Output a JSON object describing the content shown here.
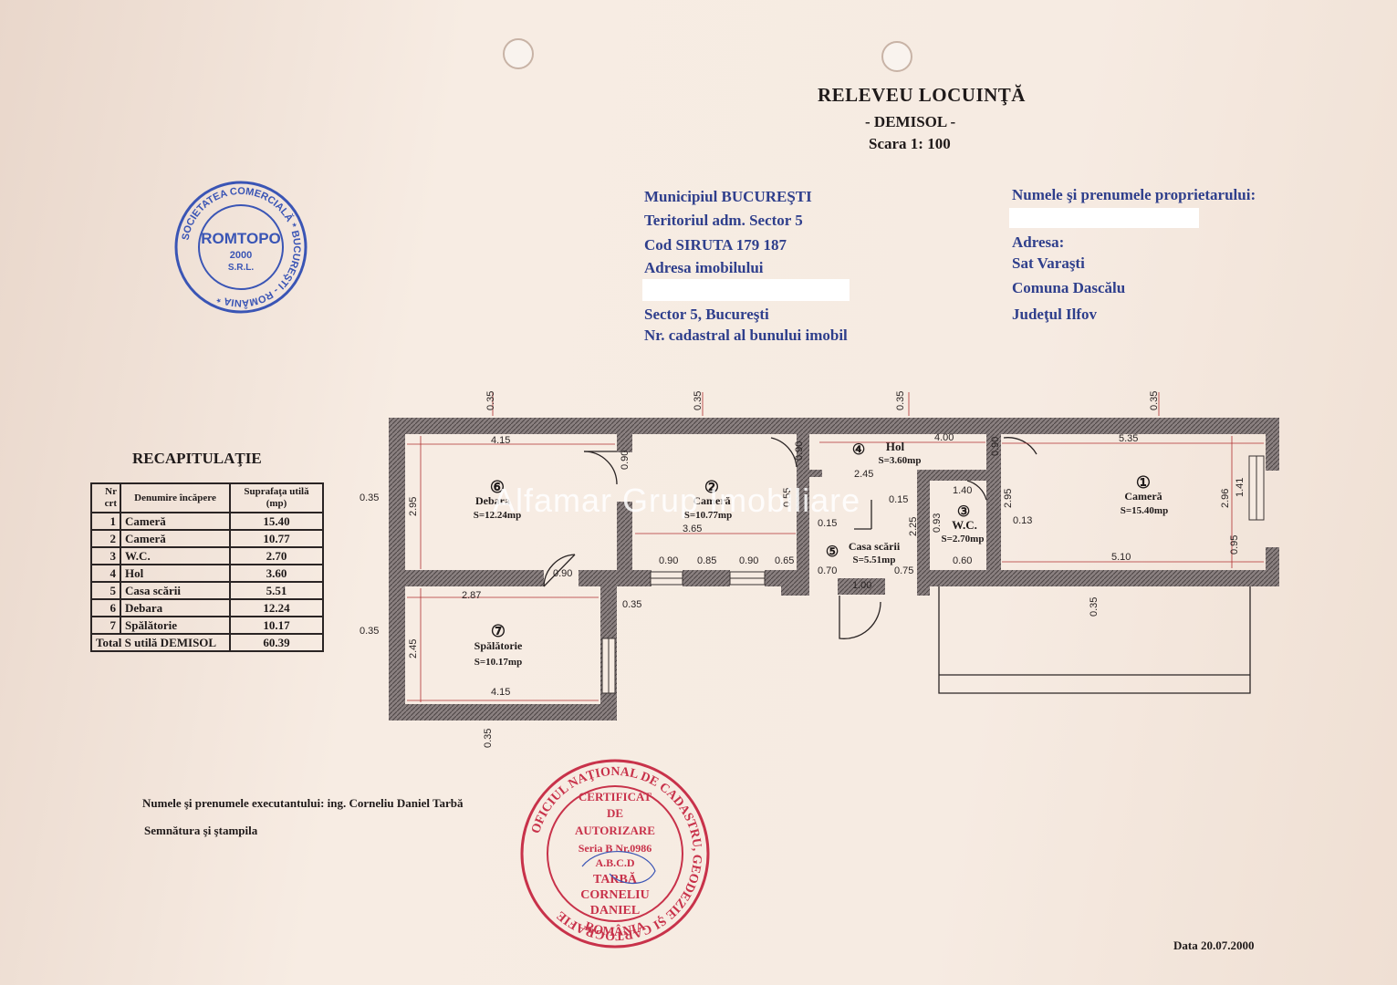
{
  "header": {
    "title": "RELEVEU LOCUINŢĂ",
    "level": "- DEMISOL -",
    "scale": "Scara 1: 100"
  },
  "property": {
    "municipality": "Municipiul BUCUREŞTI",
    "territory": "Teritoriul adm. Sector 5",
    "siruta": "Cod SIRUTA  179 187",
    "address_label": "Adresa imobilului",
    "sector": "Sector 5,  Bucureşti",
    "cadastral": "Nr. cadastral al bunului imobil"
  },
  "owner": {
    "label": "Numele şi prenumele proprietarului:",
    "address_label": "Adresa:",
    "village": "Sat Varaşti",
    "commune": "Comuna  Dascălu",
    "county": "Judeţul  Ilfov"
  },
  "recap": {
    "title": "RECAPITULAŢIE",
    "headers": [
      "Nr crt",
      "Denumire încăpere",
      "Suprafaţa utilă (mp)"
    ],
    "rows": [
      {
        "nr": "1",
        "name": "Cameră",
        "area": "15.40"
      },
      {
        "nr": "2",
        "name": "Cameră",
        "area": "10.77"
      },
      {
        "nr": "3",
        "name": "W.C.",
        "area": "2.70"
      },
      {
        "nr": "4",
        "name": "Hol",
        "area": "3.60"
      },
      {
        "nr": "5",
        "name": "Casa scării",
        "area": "5.51"
      },
      {
        "nr": "6",
        "name": "Debara",
        "area": "12.24"
      },
      {
        "nr": "7",
        "name": "Spălătorie",
        "area": "10.17"
      }
    ],
    "total_label": "Total S utilă DEMISOL",
    "total_value": "60.39"
  },
  "plan": {
    "rooms": [
      {
        "num": "①",
        "name": "Cameră",
        "area": "S=15.40mp"
      },
      {
        "num": "②",
        "name": "Cameră",
        "area": "S=10.77mp"
      },
      {
        "num": "③",
        "name": "W.C.",
        "area": "S=2.70mp"
      },
      {
        "num": "④",
        "name": "Hol",
        "area": "S=3.60mp"
      },
      {
        "num": "⑤",
        "name": "Casa scării",
        "area": "S=5.51mp"
      },
      {
        "num": "⑥",
        "name": "Debara",
        "area": "S=12.24mp"
      },
      {
        "num": "⑦",
        "name": "Spălătorie",
        "area": "S=10.17mp"
      }
    ],
    "dims": {
      "d415": "4.15",
      "d365": "3.65",
      "d245": "2.45",
      "d400": "4.00",
      "d535": "5.35",
      "d510": "5.10",
      "d287": "2.87",
      "d295": "2.95",
      "d296": "2.96",
      "d141": "1.41",
      "d095": "0.95",
      "d090": "0.90",
      "d085": "0.85",
      "d065": "0.65",
      "d070": "0.70",
      "d075": "0.75",
      "d100": "1.00",
      "d060": "0.60",
      "d140": "1.40",
      "d015": "0.15",
      "d013": "0.13",
      "d225": "2.25",
      "d093": "0.93",
      "d035": "0.35",
      "d055": "0.55"
    }
  },
  "watermark": "Alfamar Grup Imobiliare",
  "footer": {
    "executor": "Numele şi prenumele executantului:  ing.  Corneliu Daniel Tarbă",
    "signature": "Semnătura  şi  ştampila",
    "date": "Data  20.07.2000"
  },
  "stamps": {
    "company_ring": "SOCIETATEA COMERCIALĂ * BUCUREŞTI - ROMÂNIA *",
    "company_name": "ROMTOPO",
    "company_year": "2000",
    "company_type": "S.R.L.",
    "oncgc_ring": "OFICIUL NAŢIONAL DE CADASTRU, GEODEZIE ŞI CARTOGRAFIE",
    "oncgc_lines": [
      "CERTIFICAT",
      "DE",
      "AUTORIZARE",
      "Seria B Nr.0986",
      "A.B.C.D",
      "TARBĂ",
      "CORNELIU",
      "DANIEL"
    ],
    "oncgc_country": "ROMÂNIA"
  },
  "colors": {
    "ink_blue": "#2f3f8c",
    "stamp_red": "#c8324a",
    "wall": "#6b6262"
  }
}
